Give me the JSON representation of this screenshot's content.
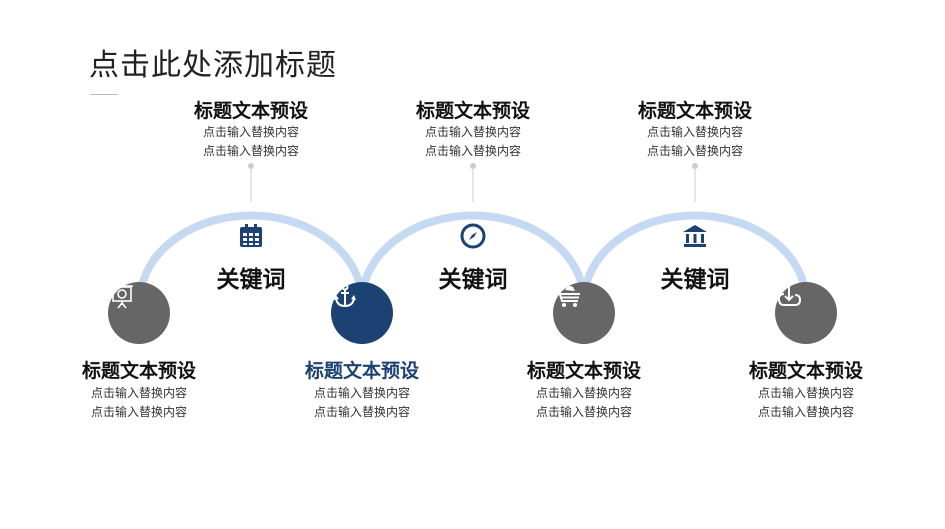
{
  "title": "点击此处添加标题",
  "top_items": [
    {
      "heading": "标题文本预设",
      "line1": "点击输入替换内容",
      "line2": "点击输入替换内容",
      "keyword": "关键词",
      "icon": "calendar-icon"
    },
    {
      "heading": "标题文本预设",
      "line1": "点击输入替换内容",
      "line2": "点击输入替换内容",
      "keyword": "关键词",
      "icon": "compass-icon"
    },
    {
      "heading": "标题文本预设",
      "line1": "点击输入替换内容",
      "line2": "点击输入替换内容",
      "keyword": "关键词",
      "icon": "bank-icon"
    }
  ],
  "bottom_items": [
    {
      "heading": "标题文本预设",
      "line1": "点击输入替换内容",
      "line2": "点击输入替换内容",
      "icon": "presentation-icon"
    },
    {
      "heading": "标题文本预设",
      "line1": "点击输入替换内容",
      "line2": "点击输入替换内容",
      "icon": "anchor-icon",
      "active": true
    },
    {
      "heading": "标题文本预设",
      "line1": "点击输入替换内容",
      "line2": "点击输入替换内容",
      "icon": "cart-icon"
    },
    {
      "heading": "标题文本预设",
      "line1": "点击输入替换内容",
      "line2": "点击输入替换内容",
      "icon": "cloud-download-icon"
    }
  ],
  "colors": {
    "accent": "#1b4272",
    "arc": "#c5daf2",
    "circle": "#666666"
  }
}
